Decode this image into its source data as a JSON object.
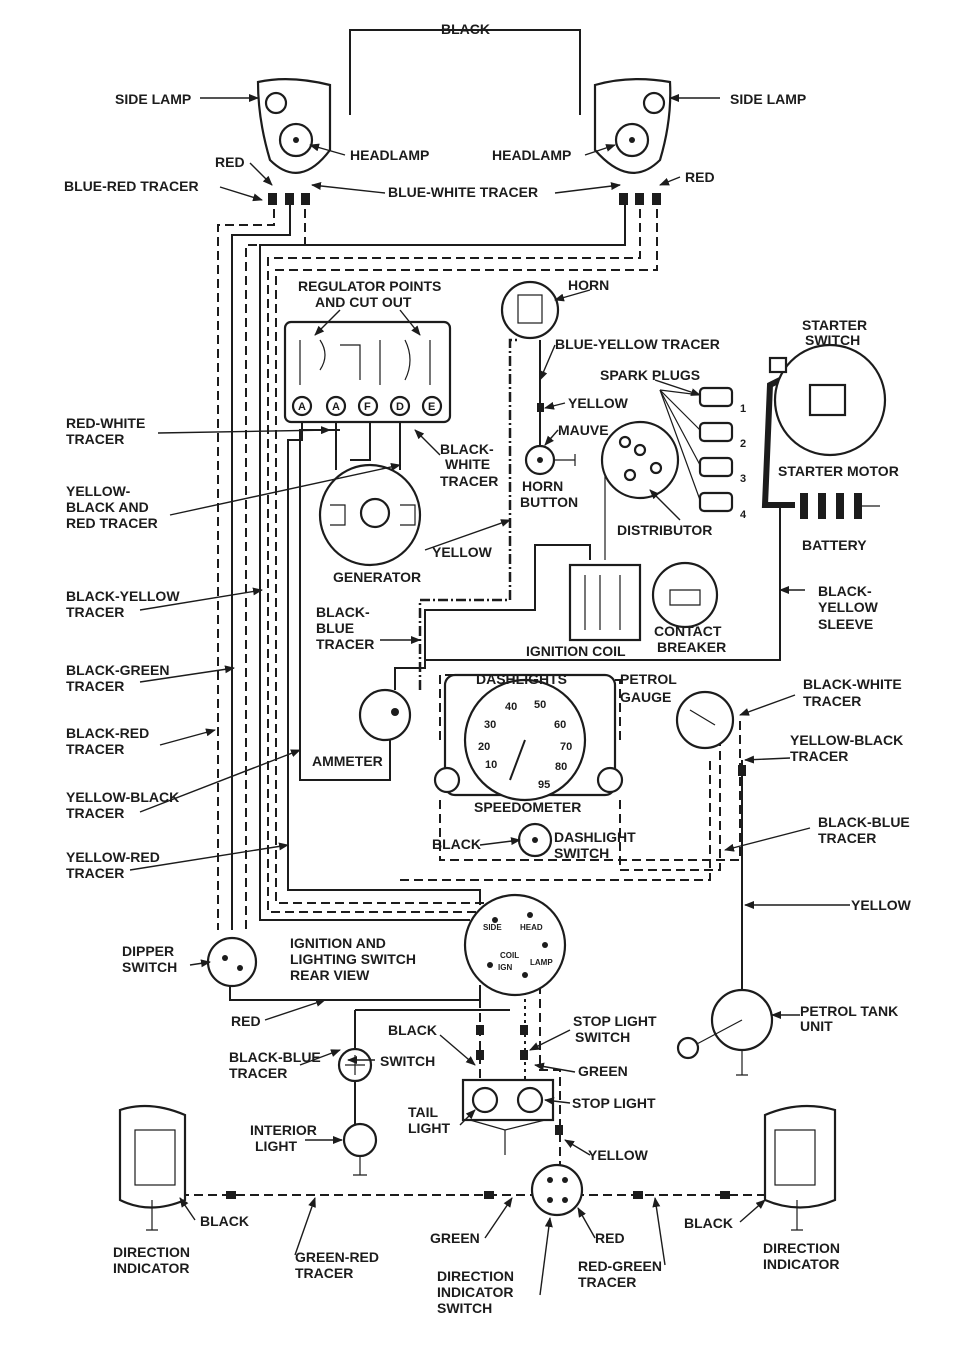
{
  "labels": {
    "black_top": "BLACK",
    "side_lamp_left": "SIDE LAMP",
    "side_lamp_right": "SIDE LAMP",
    "headlamp_left": "HEADLAMP",
    "headlamp_right": "HEADLAMP",
    "red_left": "RED",
    "red_right": "RED",
    "blue_red_tracer": "BLUE-RED TRACER",
    "blue_white_tracer": "BLUE-WHITE TRACER",
    "regulator_1": "REGULATOR POINTS",
    "regulator_2": "AND CUT OUT",
    "horn": "HORN",
    "blue_yellow_tracer": "BLUE-YELLOW TRACER",
    "yellow_horn": "YELLOW",
    "mauve": "MAUVE",
    "horn_button_1": "HORN",
    "horn_button_2": "BUTTON",
    "spark_plugs": "SPARK PLUGS",
    "starter_switch_1": "STARTER",
    "starter_switch_2": "SWITCH",
    "starter_motor": "STARTER MOTOR",
    "battery": "BATTERY",
    "distributor": "DISTRIBUTOR",
    "red_white_1": "RED-WHITE",
    "red_white_2": "TRACER",
    "black_white_1": "BLACK-",
    "black_white_2": "WHITE",
    "black_white_3": "TRACER",
    "yb_red_1": "YELLOW-",
    "yb_red_2": "BLACK AND",
    "yb_red_3": "RED TRACER",
    "generator": "GENERATOR",
    "yellow_mid": "YELLOW",
    "black_yellow_1": "BLACK-YELLOW",
    "black_yellow_2": "TRACER",
    "black_blue_1": "BLACK-",
    "black_blue_2": "BLUE",
    "black_blue_3": "TRACER",
    "ignition_coil": "IGNITION COIL",
    "contact_breaker_1": "CONTACT",
    "contact_breaker_2": "BREAKER",
    "by_sleeve_1": "BLACK-",
    "by_sleeve_2": "YELLOW",
    "by_sleeve_3": "SLEEVE",
    "black_green_1": "BLACK-GREEN",
    "black_green_2": "TRACER",
    "dashlights": "DASHLIGHTS",
    "petrol_gauge_1": "PETROL",
    "petrol_gauge_2": "GAUGE",
    "bw_tracer_r1": "BLACK-WHITE",
    "bw_tracer_r2": "TRACER",
    "black_red_1": "BLACK-RED",
    "black_red_2": "TRACER",
    "ammeter": "AMMETER",
    "yellow_black_l1": "YELLOW-BLACK",
    "yellow_black_l2": "TRACER",
    "yellow_black_r1": "YELLOW-BLACK",
    "yellow_black_r2": "TRACER",
    "speedometer": "SPEEDOMETER",
    "black_dash": "BLACK",
    "dashlight_switch_1": "DASHLIGHT",
    "dashlight_switch_2": "SWITCH",
    "black_blue_r1": "BLACK-BLUE",
    "black_blue_r2": "TRACER",
    "yellow_red_1": "YELLOW-RED",
    "yellow_red_2": "TRACER",
    "yellow_right": "YELLOW",
    "dipper_1": "DIPPER",
    "dipper_2": "SWITCH",
    "ign_switch_1": "IGNITION AND",
    "ign_switch_2": "LIGHTING SWITCH",
    "ign_switch_3": "REAR VIEW",
    "red_bottom": "RED",
    "black_stop": "BLACK",
    "stop_light_switch_1": "STOP LIGHT",
    "stop_light_switch_2": "SWITCH",
    "petrol_tank_1": "PETROL TANK",
    "petrol_tank_2": "UNIT",
    "black_blue_b1": "BLACK-BLUE",
    "black_blue_b2": "TRACER",
    "switch_label": "SWITCH",
    "green_stop": "GREEN",
    "tail_light_1": "TAIL",
    "tail_light_2": "LIGHT",
    "stop_light": "STOP LIGHT",
    "interior_1": "INTERIOR",
    "interior_2": "LIGHT",
    "yellow_bottom": "YELLOW",
    "black_dir_left": "BLACK",
    "black_dir_right": "BLACK",
    "green_bottom": "GREEN",
    "red_dir": "RED",
    "dir_ind_left_1": "DIRECTION",
    "dir_ind_left_2": "INDICATOR",
    "dir_ind_right_1": "DIRECTION",
    "dir_ind_right_2": "INDICATOR",
    "green_red_1": "GREEN-RED",
    "green_red_2": "TRACER",
    "red_green_1": "RED-GREEN",
    "red_green_2": "TRACER",
    "dir_switch_1": "DIRECTION",
    "dir_switch_2": "INDICATOR",
    "dir_switch_3": "SWITCH"
  },
  "regulator_terminals": [
    "A",
    "A",
    "F",
    "D",
    "E"
  ],
  "spark_plug_numbers": [
    "1",
    "2",
    "3",
    "4"
  ],
  "speedometer_scale": [
    "10",
    "20",
    "30",
    "40",
    "50",
    "60",
    "70",
    "80",
    "95"
  ],
  "ignition_switch_marks": [
    "SIDE",
    "HEAD",
    "COIL",
    "IGN",
    "LAMP"
  ]
}
